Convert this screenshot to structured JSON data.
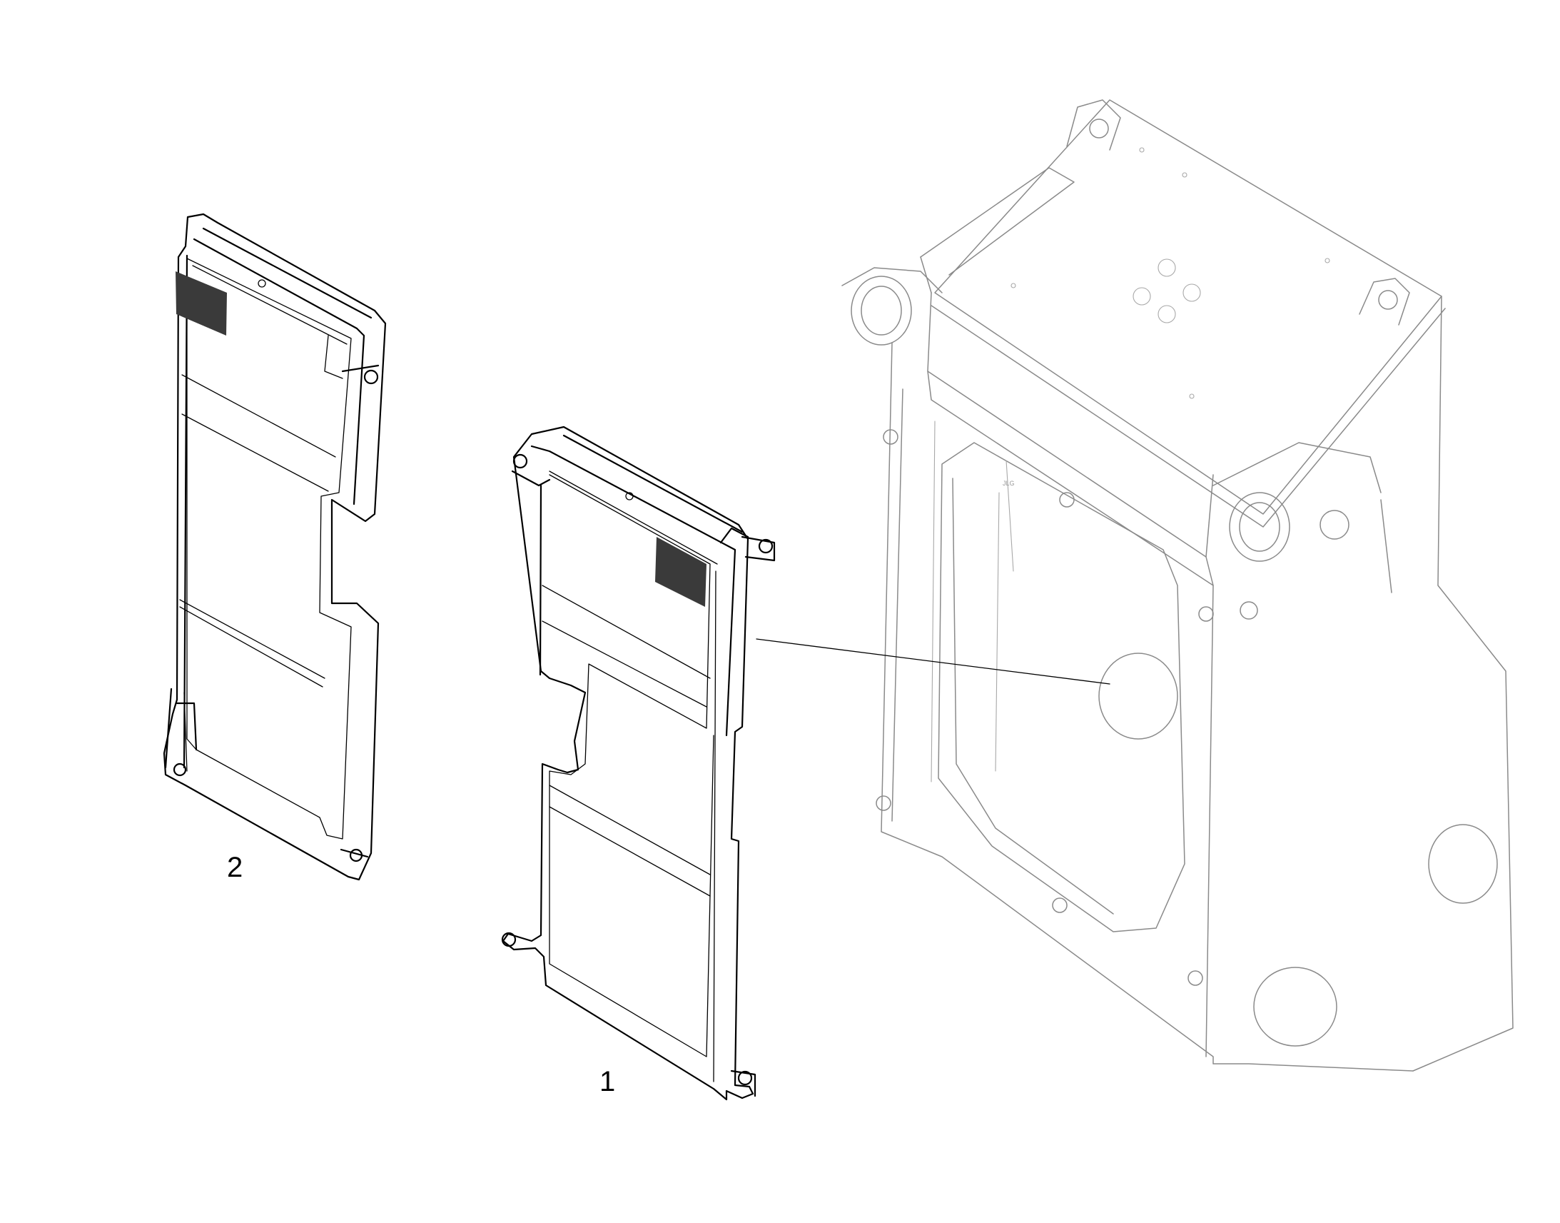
{
  "diagram": {
    "callouts": [
      {
        "id": "1",
        "label": "1"
      },
      {
        "id": "2",
        "label": "2"
      }
    ],
    "watermark_text": "JLG"
  },
  "colors": {
    "line": "#000000",
    "ghost_line": "#8a8a8a",
    "mesh": "#3a3a3a",
    "background": "#ffffff"
  }
}
